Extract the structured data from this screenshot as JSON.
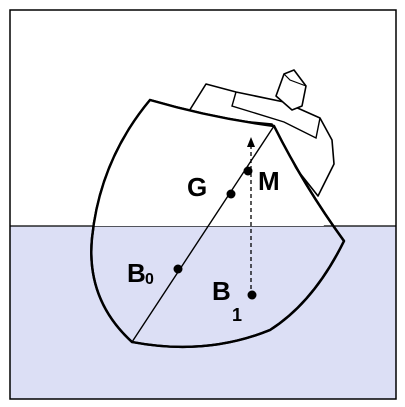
{
  "diagram": {
    "labels": {
      "metacenter": "M",
      "center_of_gravity": "G",
      "initial_buoyancy": "B",
      "initial_buoyancy_sub": "0",
      "heeled_buoyancy": "B",
      "heeled_buoyancy_sub": "1"
    },
    "colors": {
      "water": "#dcdff5",
      "frame": "#000000",
      "hull": "#ffffff",
      "line": "#000000"
    }
  }
}
